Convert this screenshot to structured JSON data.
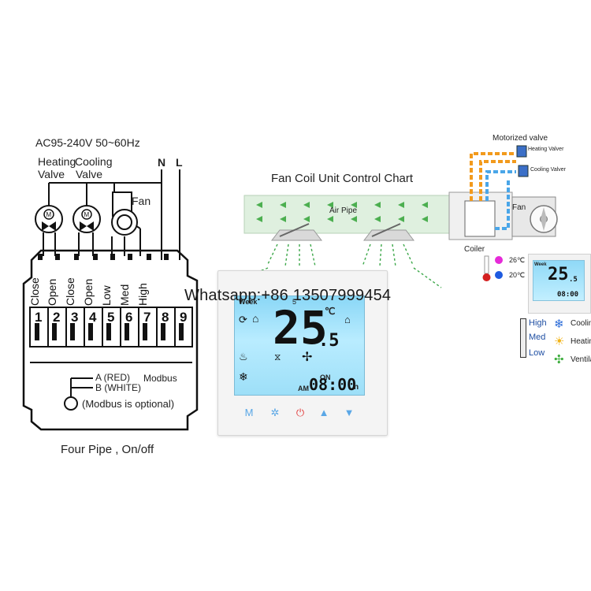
{
  "wiring": {
    "power_label": "AC95-240V  50~60Hz",
    "heating_valve_label_1": "Heating",
    "heating_valve_label_2": "Valve",
    "cooling_valve_label_1": "Cooling",
    "cooling_valve_label_2": "Valve",
    "fan_label": "Fan",
    "n_label": "N",
    "l_label": "L",
    "terminal_labels": [
      "Close",
      "Open",
      "Close",
      "Open",
      "Low",
      "Med",
      "High"
    ],
    "terminal_numbers": [
      "1",
      "2",
      "3",
      "4",
      "5",
      "6",
      "7",
      "8",
      "9"
    ],
    "modbus_a": "A (RED)",
    "modbus_b": "B (WHITE)",
    "modbus_label": "Modbus",
    "modbus_note": "(Modbus is optional)",
    "caption": "Four Pipe , On/off"
  },
  "fcu_chart": {
    "title": "Fan Coil Unit Control Chart",
    "air_pipe_label": "Air Pipe",
    "motorized_valve_label": "Motorized valve",
    "heating_valve_label": "Heating Valver",
    "cooling_valve_label": "Cooling Valver",
    "fan_label": "Fan",
    "coiler_label": "Coiler",
    "temp_hot": "26℃",
    "temp_cold": "20℃",
    "colors": {
      "hot_dot": "#e62ad8",
      "cold_dot": "#1f5be0",
      "hot_pipe": "#f29a1c",
      "cold_pipe": "#4aa6e8",
      "air_arrow": "#3da84a"
    }
  },
  "thermostat": {
    "week_label": "Week",
    "day_number": "5",
    "temperature_main": "25",
    "temperature_decimal": ".5",
    "unit": "℃",
    "on_label": "ON",
    "am_label": "AM",
    "time": "08:00",
    "hour_suffix": "h",
    "buttons": [
      "mode-button",
      "fan-button",
      "power-button",
      "up-button",
      "down-button"
    ],
    "button_glyphs": [
      "M",
      "✲",
      "⏻",
      "▲",
      "▼"
    ]
  },
  "watermark": "Whatsapp:+86 13507999454",
  "mini_thermostat": {
    "week_label": "Week",
    "temperature": "25",
    "decimal": ".5",
    "time": "08:00",
    "speeds": [
      "High",
      "Med",
      "Low"
    ],
    "modes": [
      "Cooling",
      "Heating",
      "Ventilation"
    ],
    "mode_labels_visible": [
      "Coolin",
      "Heatin",
      "Ventilat"
    ]
  }
}
